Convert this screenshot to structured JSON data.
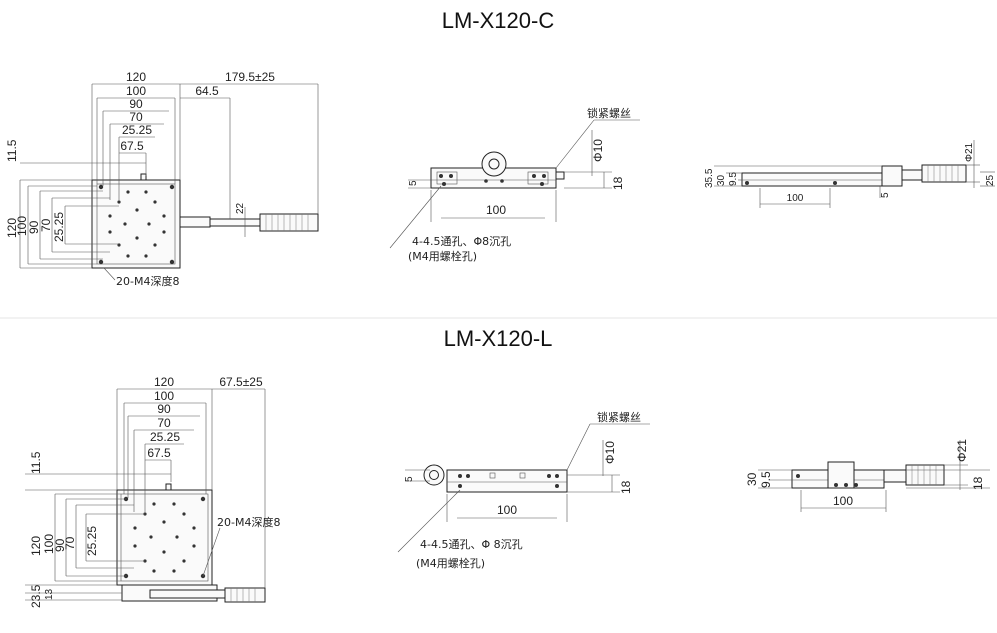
{
  "top": {
    "title": "LM-X120-C",
    "plan": {
      "w120": "120",
      "w100": "100",
      "w90": "90",
      "w70": "70",
      "w2525": "25.25",
      "w675": "67.5",
      "travel": "179.5±25",
      "offset": "64.5",
      "m115": "11.5",
      "h120": "120",
      "h100": "100",
      "h90": "90",
      "h70": "70",
      "h2525": "25.25",
      "knob": "22",
      "holes": "20-M4深度8"
    },
    "front": {
      "screw": "锁紧螺丝",
      "dia": "Φ10",
      "h18": "18",
      "h5": "5",
      "w100": "100",
      "hole_note1": "4-4.5通孔、Φ8沉孔",
      "hole_note2": "(M4用螺栓孔)"
    },
    "side": {
      "h355": "35.5",
      "h30": "30",
      "h95": "9.5",
      "h5": "5",
      "dia": "Φ21",
      "h25": "25",
      "w100": "100"
    }
  },
  "bottom": {
    "title": "LM-X120-L",
    "plan": {
      "w120": "120",
      "w100": "100",
      "w90": "90",
      "w70": "70",
      "w2525": "25.25",
      "w675": "67.5",
      "travel": "67.5±25",
      "m115": "11.5",
      "h120": "120",
      "h100": "100",
      "h90": "90",
      "h70": "70",
      "h2525": "25.25",
      "h235": "23.5",
      "h13": "13",
      "holes": "20-M4深度8"
    },
    "front": {
      "screw": "锁紧螺丝",
      "dia": "Φ10",
      "h18": "18",
      "h5": "5",
      "w100": "100",
      "hole_note1": "4-4.5通孔、Φ 8沉孔",
      "hole_note2": "(M4用螺栓孔)"
    },
    "side": {
      "h30": "30",
      "h95": "9.5",
      "dia": "Φ21",
      "h18": "18",
      "w100": "100"
    }
  }
}
